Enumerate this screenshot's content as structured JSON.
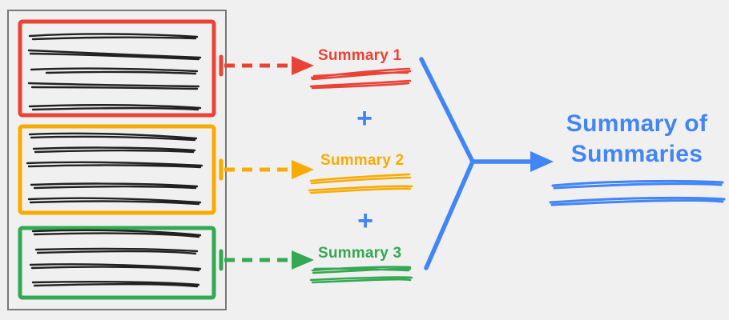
{
  "colors": {
    "background": "#F0F0F0",
    "document_border": "#787878",
    "ink": "#212121",
    "red": "#EA4335",
    "orange": "#F9AB00",
    "green": "#34A853",
    "blue": "#4285F4"
  },
  "document": {
    "chunks": [
      {
        "name": "chunk-1",
        "color": "#EA4335",
        "text_lines": 5
      },
      {
        "name": "chunk-2",
        "color": "#F9AB00",
        "text_lines": 5
      },
      {
        "name": "chunk-3",
        "color": "#34A853",
        "text_lines": 4
      }
    ]
  },
  "summaries": [
    {
      "label": "Summary 1",
      "color": "#EA4335"
    },
    {
      "label": "Summary 2",
      "color": "#F9AB00"
    },
    {
      "label": "Summary 3",
      "color": "#34A853"
    }
  ],
  "operators": {
    "plus": "+"
  },
  "output": {
    "label": "Summary of Summaries",
    "color": "#4285F4"
  }
}
